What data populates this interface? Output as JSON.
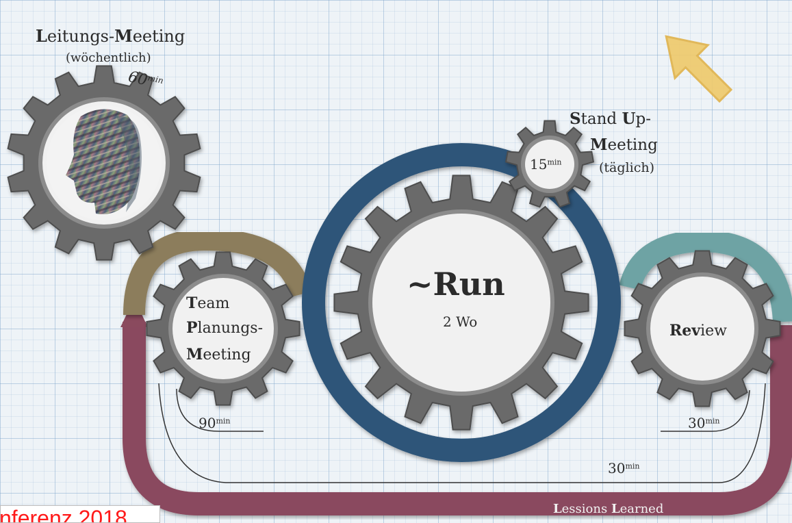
{
  "leitung": {
    "title_b1": "L",
    "title_r1": "eitungs-",
    "title_b2": "M",
    "title_r2": "eeting",
    "frequency": "(wöchentlich)",
    "duration": "60",
    "unit": "min"
  },
  "standup": {
    "l1_b1": "S",
    "l1_r1": "tand ",
    "l1_b2": "U",
    "l1_r2": "p-",
    "l2_b": "M",
    "l2_r": "eeting",
    "frequency": "(täglich)",
    "duration": "15",
    "unit": "min"
  },
  "run": {
    "title": "~Run",
    "subtitle": "2 Wo"
  },
  "team": {
    "l1_b": "T",
    "l1_r": "eam",
    "l2_b": "P",
    "l2_r": "lanungs-",
    "l3_b": "M",
    "l3_r": "eeting"
  },
  "review": {
    "bold": "Rev",
    "rest": "iew"
  },
  "durations": {
    "team": "90",
    "review": "30",
    "lessons": "30",
    "unit": "min"
  },
  "lessons": {
    "b1": "L",
    "r1": "essions ",
    "b2": "L",
    "r2": "earned"
  },
  "conference_label": "nferenz 2018",
  "colors": {
    "run_ring": "#2e5479",
    "planning_arc": "#8c7d5b",
    "review_arc": "#6ea3a4",
    "lessons_arc": "#8a4a5e",
    "gear": "#6a6a6a",
    "gear_face": "#f1f1f1",
    "arrow": "#efc96a"
  }
}
